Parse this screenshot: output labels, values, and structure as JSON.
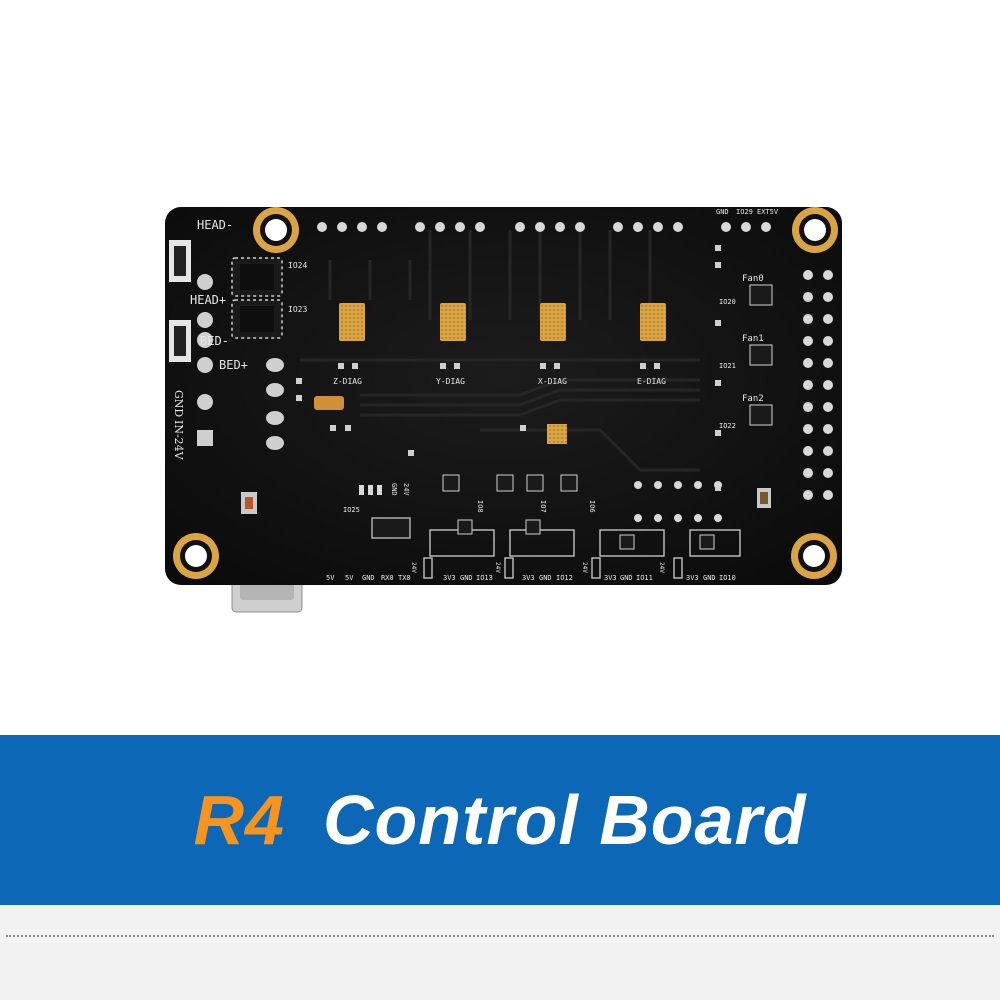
{
  "banner": {
    "model": "R4",
    "product": "Control Board",
    "background_color": "#0c67b6",
    "model_color": "#f7941d",
    "product_color": "#ffffff"
  },
  "board": {
    "pcb_color": "#111111",
    "silk_color": "#e6e6e6",
    "pad_color": "#d9a441",
    "left_labels": {
      "head_minus": "HEAD-",
      "head_plus": "HEAD+",
      "bed_minus": "BED-",
      "bed_plus": "BED+",
      "gnd": "GND",
      "in24": "IN-24V"
    },
    "mosfet_labels": {
      "io24": "IO24",
      "io23": "IO23"
    },
    "diag_labels": [
      "Z-DIAG",
      "Y-DIAG",
      "X-DIAG",
      "E-DIAG"
    ],
    "top_right_header": [
      "GND",
      "IO29",
      "EXT5V"
    ],
    "fan_labels": [
      "Fan0",
      "Fan1",
      "Fan2"
    ],
    "right_io_labels": [
      "IO20",
      "IO21",
      "IO22"
    ],
    "mid_labels": {
      "io25": "IO25",
      "gnd": "GND",
      "v24": "24V"
    },
    "bottom_header_left": [
      "5V",
      "5V",
      "GND",
      "RX0",
      "TX0",
      "24V"
    ],
    "bottom_groups": [
      [
        "3V3",
        "GND",
        "IO13",
        "24V"
      ],
      [
        "3V3",
        "GND",
        "IO12",
        "24V"
      ],
      [
        "3V3",
        "GND",
        "IO11",
        "24V"
      ],
      [
        "3V3",
        "GND",
        "IO10"
      ]
    ],
    "vertical_io_labels": [
      "IO8",
      "IO7",
      "IO6"
    ]
  }
}
